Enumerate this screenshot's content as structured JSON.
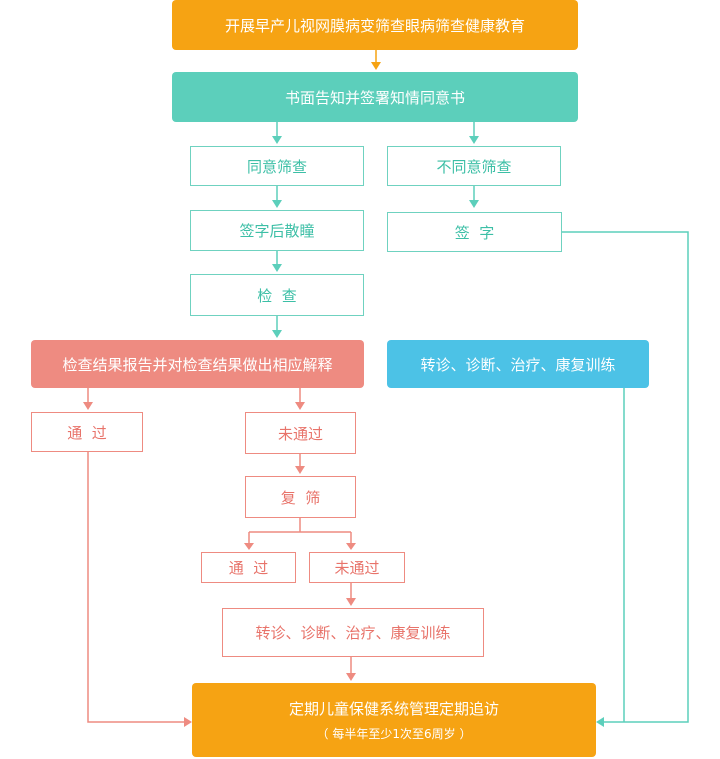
{
  "nodes": {
    "education": "开展早产儿视网膜病变筛查眼病筛查健康教育",
    "consent": "书面告知并签署知情同意书",
    "agree": "同意筛查",
    "disagree": "不同意筛查",
    "sign_dilate": "签字后散瞳",
    "sign": "签  字",
    "exam": "检  查",
    "report": "检查结果报告并对检查结果做出相应解释",
    "referral_right": "转诊、诊断、治疗、康复训练",
    "pass": "通  过",
    "fail": "未通过",
    "recheck": "复  筛",
    "pass2": "通  过",
    "fail2": "未通过",
    "referral_bottom": "转诊、诊断、治疗、康复训练",
    "followup": "定期儿童保健系统管理定期追访",
    "followup_note": "（ 每半年至少1次至6周岁 ）"
  },
  "colors": {
    "orange": "#f6a313",
    "teal": "#5ccfbb",
    "salmon": "#ee8b81",
    "blue": "#4cc2e6"
  }
}
